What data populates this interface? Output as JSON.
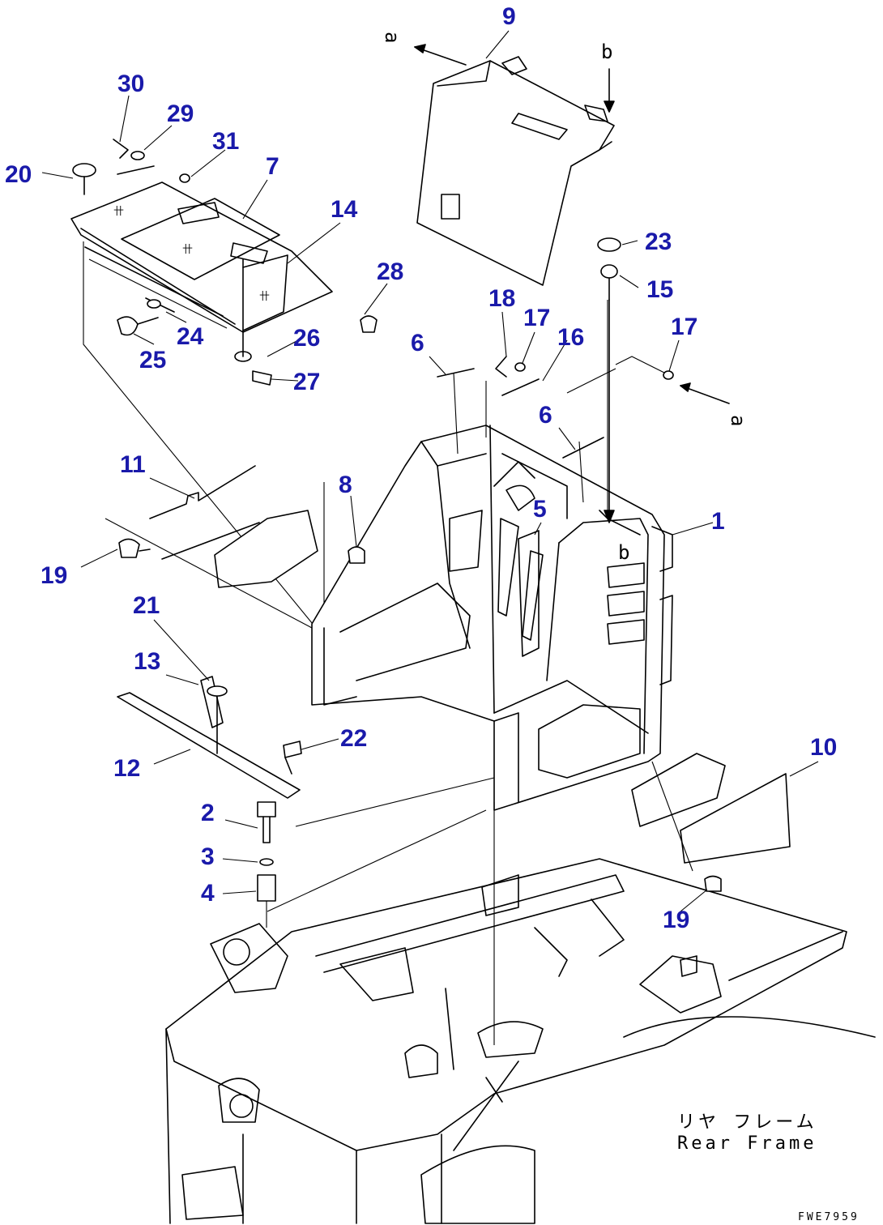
{
  "callouts": {
    "p1": "1",
    "p2": "2",
    "p3": "3",
    "p4": "4",
    "p5": "5",
    "p6a": "6",
    "p6b": "6",
    "p7": "7",
    "p8": "8",
    "p9": "9",
    "p10": "10",
    "p11": "11",
    "p12": "12",
    "p13": "13",
    "p14": "14",
    "p15": "15",
    "p16": "16",
    "p17a": "17",
    "p17b": "17",
    "p18": "18",
    "p19a": "19",
    "p19b": "19",
    "p20": "20",
    "p21": "21",
    "p22": "22",
    "p23": "23",
    "p24": "24",
    "p25": "25",
    "p26": "26",
    "p27": "27",
    "p28": "28",
    "p29": "29",
    "p30": "30",
    "p31": "31"
  },
  "view_markers": {
    "a_top": "a",
    "a_right": "a",
    "b_top": "b",
    "b_box": "b"
  },
  "frame_label": {
    "jp": "リヤ フレーム",
    "en": "Rear Frame"
  },
  "drawing_code": "FWE7959",
  "colors": {
    "callout": "#1a1aaa",
    "line": "#000000",
    "background": "#ffffff"
  }
}
